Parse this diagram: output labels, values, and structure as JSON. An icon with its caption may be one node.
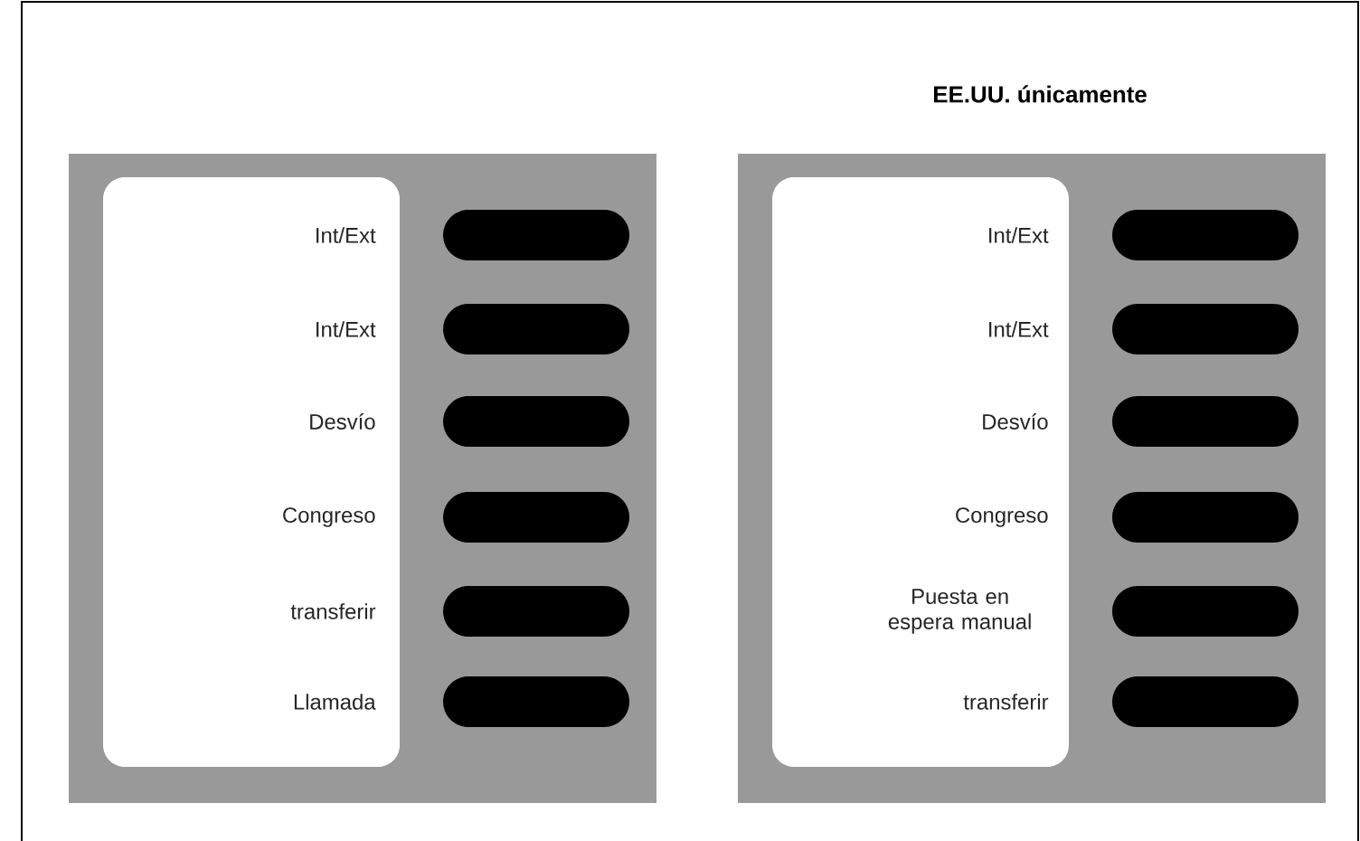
{
  "diagram": {
    "labels": [
      "EE.UU. únicamente",
      "Int/Ext",
      "Int/Ext",
      "Desvío",
      "Congreso",
      "transferir",
      "Llamada",
      "Int/Ext",
      "Int/Ext",
      "Desvío",
      "Congreso",
      "Puesta en espera manual",
      "transferir"
    ]
  }
}
